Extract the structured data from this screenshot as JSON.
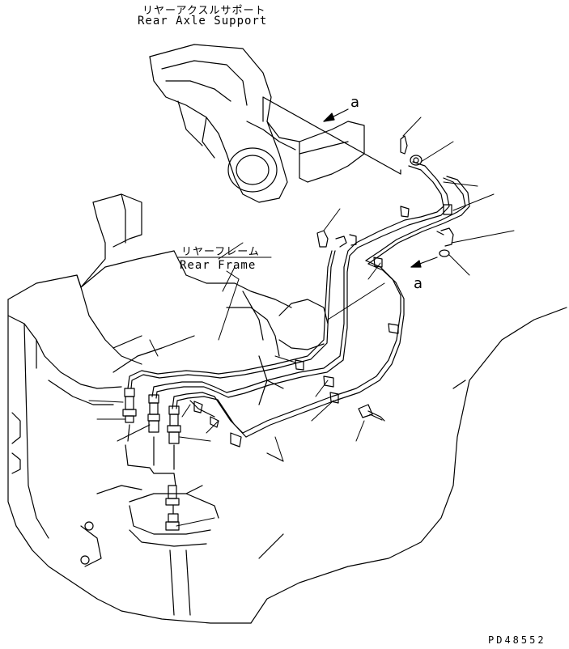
{
  "labels": {
    "rear_axle_support_jp": "リヤーアクスルサポート",
    "rear_axle_support_en": "Rear Axle Support",
    "rear_frame_jp": "リヤーフレーム",
    "rear_frame_en": "Rear Frame",
    "view_arrow_top": "a",
    "view_arrow_side": "a",
    "drawing_code": "PD48552"
  },
  "colors": {
    "line": "#000000",
    "background": "#ffffff"
  }
}
